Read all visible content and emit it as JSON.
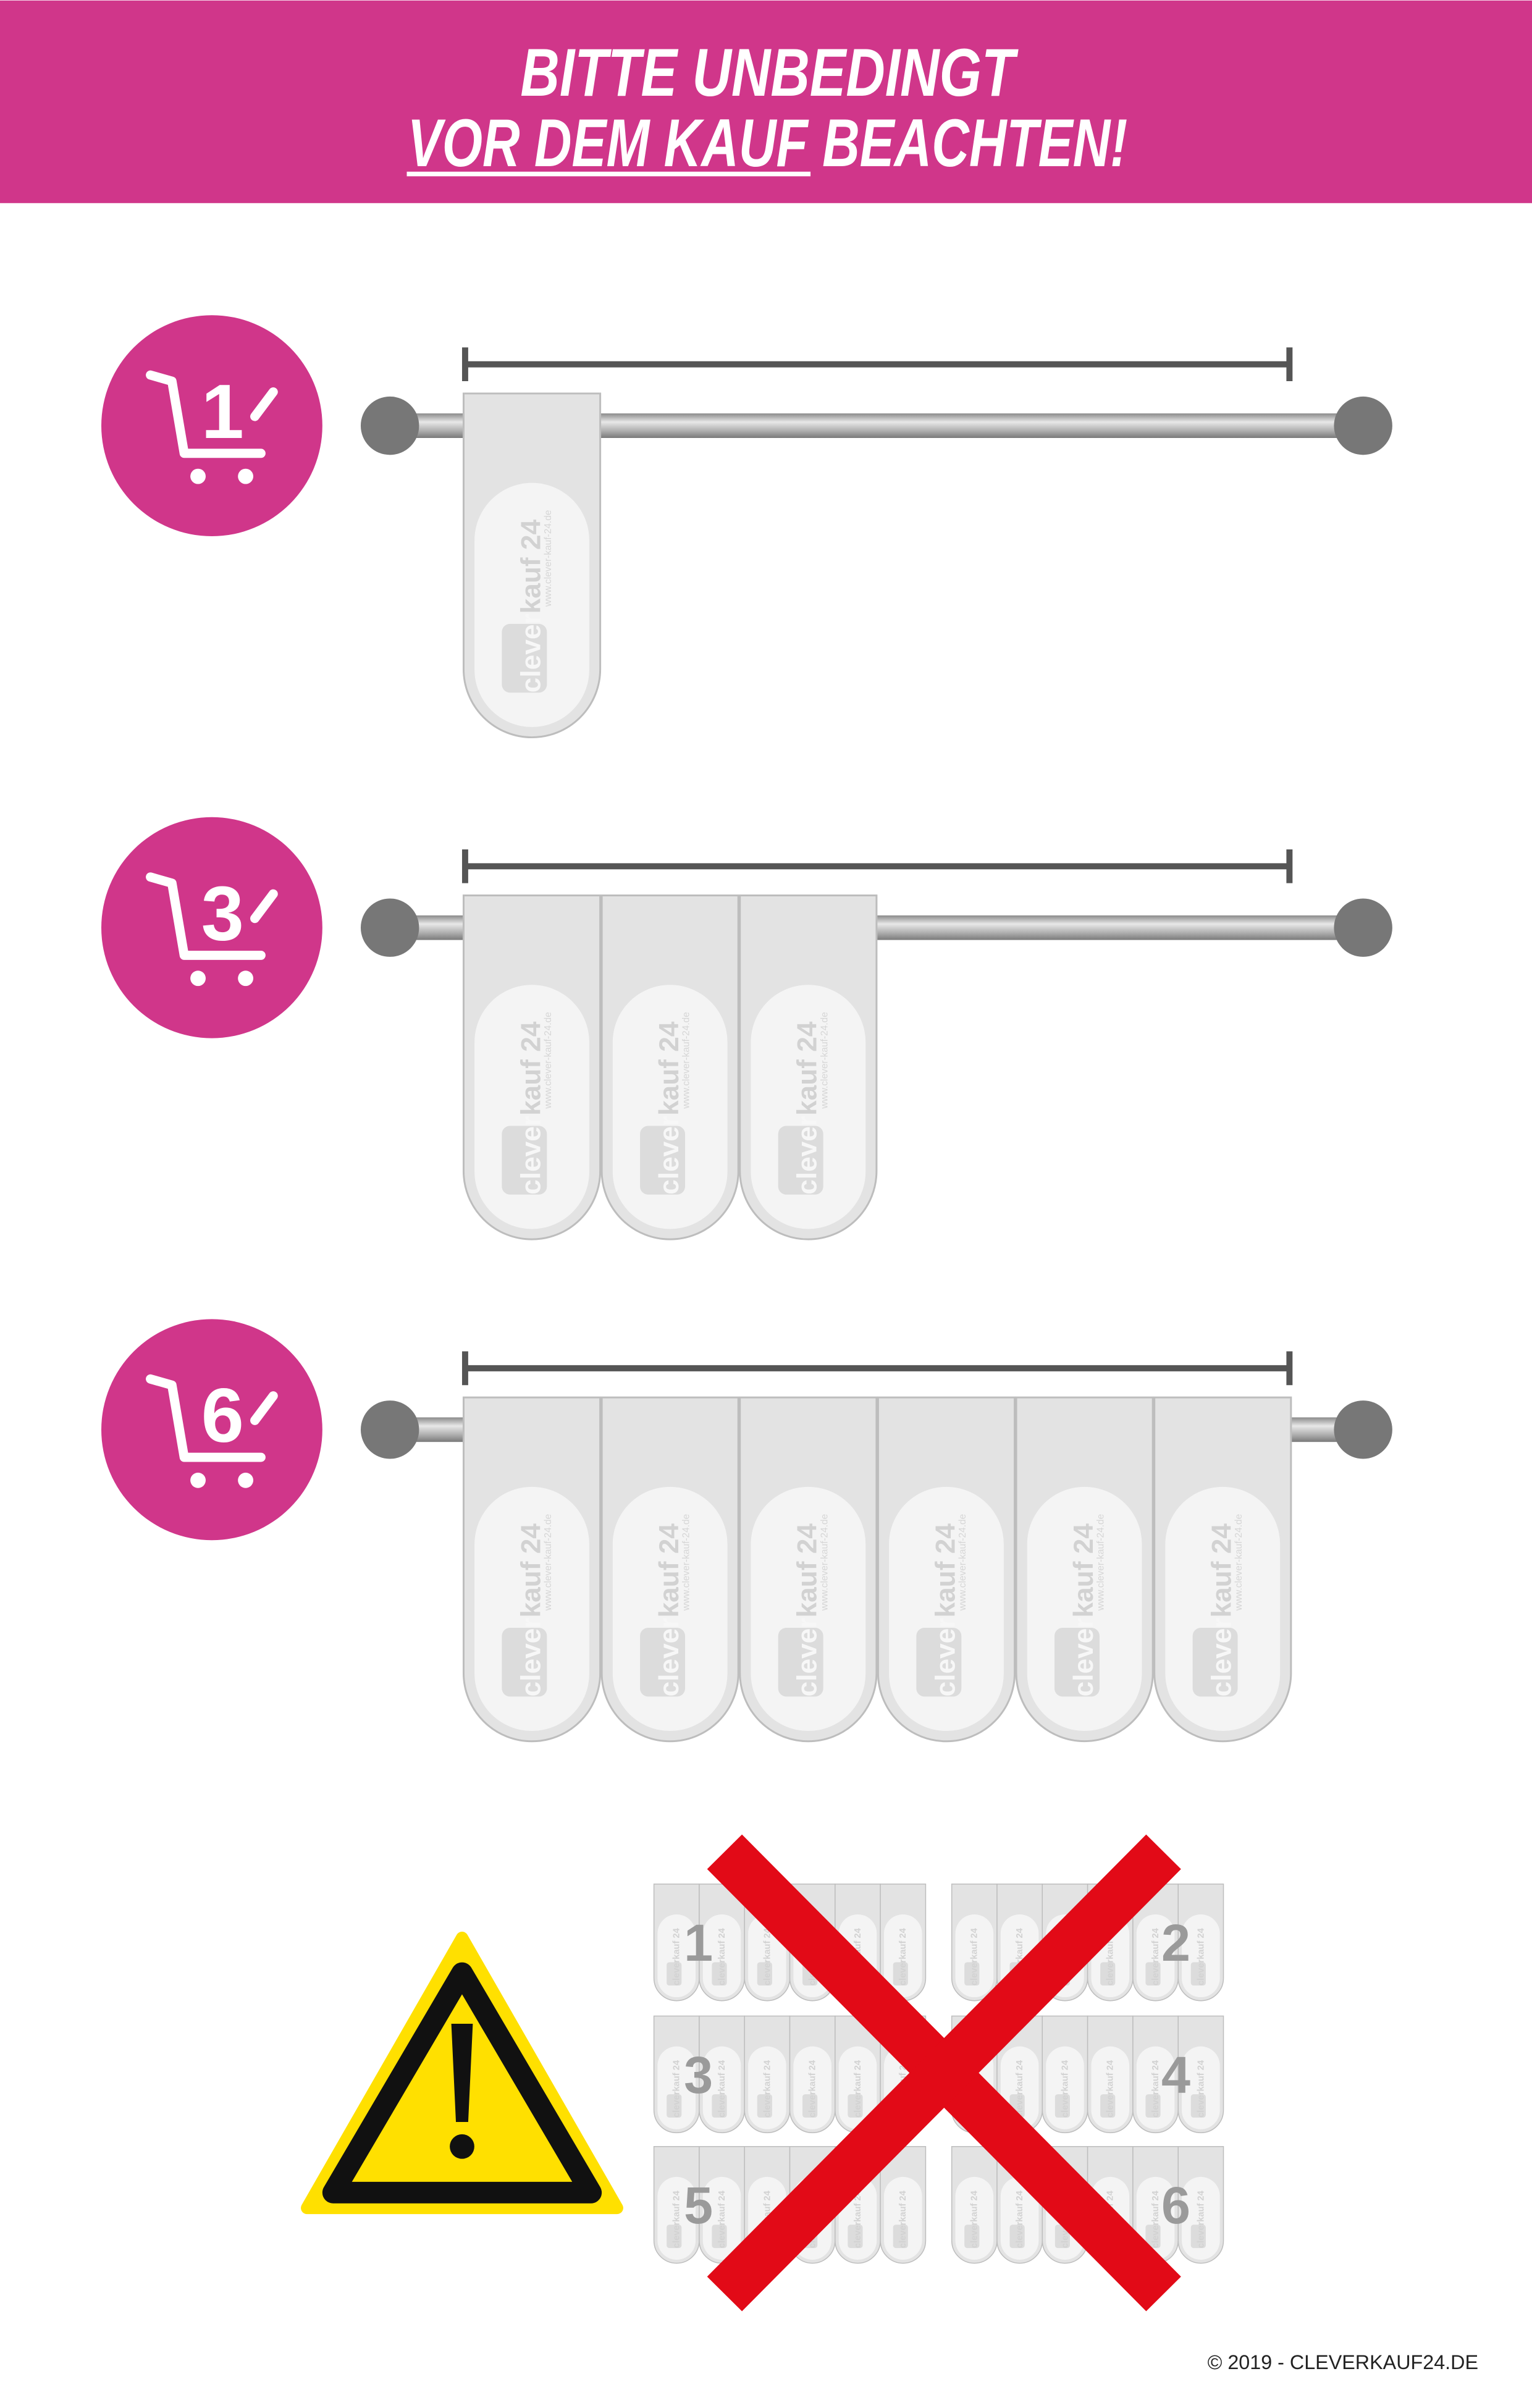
{
  "header": {
    "line1": "BITTE UNBEDINGT",
    "line2_underlined": "VOR DEM KAUF",
    "line2_rest": " BEACHTEN!"
  },
  "options": [
    {
      "quantity": "1",
      "panels": 1
    },
    {
      "quantity": "3",
      "panels": 3
    },
    {
      "quantity": "6",
      "panels": 6
    }
  ],
  "panel_logo": {
    "brand_a": "clever",
    "brand_b": "kauf 24",
    "url": "www.clever-kauf-24.de"
  },
  "warning": {
    "wrong_examples": [
      "1",
      "2",
      "3",
      "4",
      "5",
      "6"
    ]
  },
  "footer": {
    "copyright": "© 2019 - CLEVERKAUF24.DE"
  },
  "colors": {
    "brand": "#D0368A",
    "cross": "#E20A17",
    "warning": "#FFE000",
    "rod": "#b8b8b8",
    "panel": "#e2e2e2"
  }
}
